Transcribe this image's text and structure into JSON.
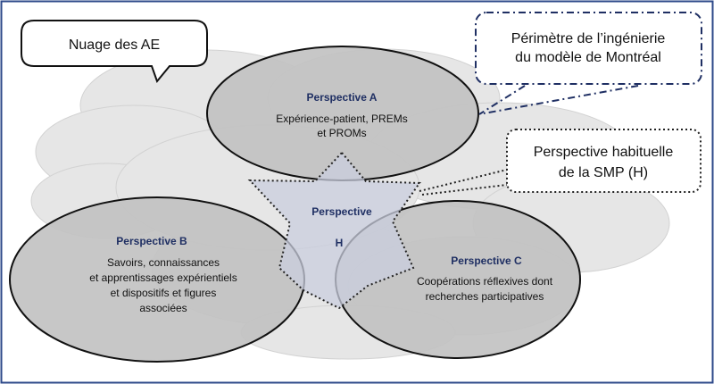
{
  "callouts": {
    "cloud_label": "Nuage des AE",
    "scope_line1": "Périmètre de l’ingénierie",
    "scope_line2": "du modèle de Montréal",
    "usual_line1": "Perspective habituelle",
    "usual_line2": "de la SMP (H)"
  },
  "perspectives": {
    "a": {
      "title": "Perspective A",
      "line1": "Expérience-patient, PREMs",
      "line2": "et PROMs"
    },
    "b": {
      "title": "Perspective B",
      "line1": "Savoirs, connaissances",
      "line2": "et apprentissages expérientiels",
      "line3": "et dispositifs et figures",
      "line4": "associées"
    },
    "c": {
      "title": "Perspective C",
      "line1": "Coopérations réflexives dont",
      "line2": "recherches participatives"
    },
    "h": {
      "title": "Perspective",
      "letter": "H"
    }
  },
  "colors": {
    "frame_border": "#2e4a8a",
    "cloud_fill": "#e6e6e6",
    "ellipse_fill": "#c2c2c2",
    "star_fill": "#c9cede",
    "heading_text": "#1f2f63",
    "scope_border": "#1f2f63"
  }
}
